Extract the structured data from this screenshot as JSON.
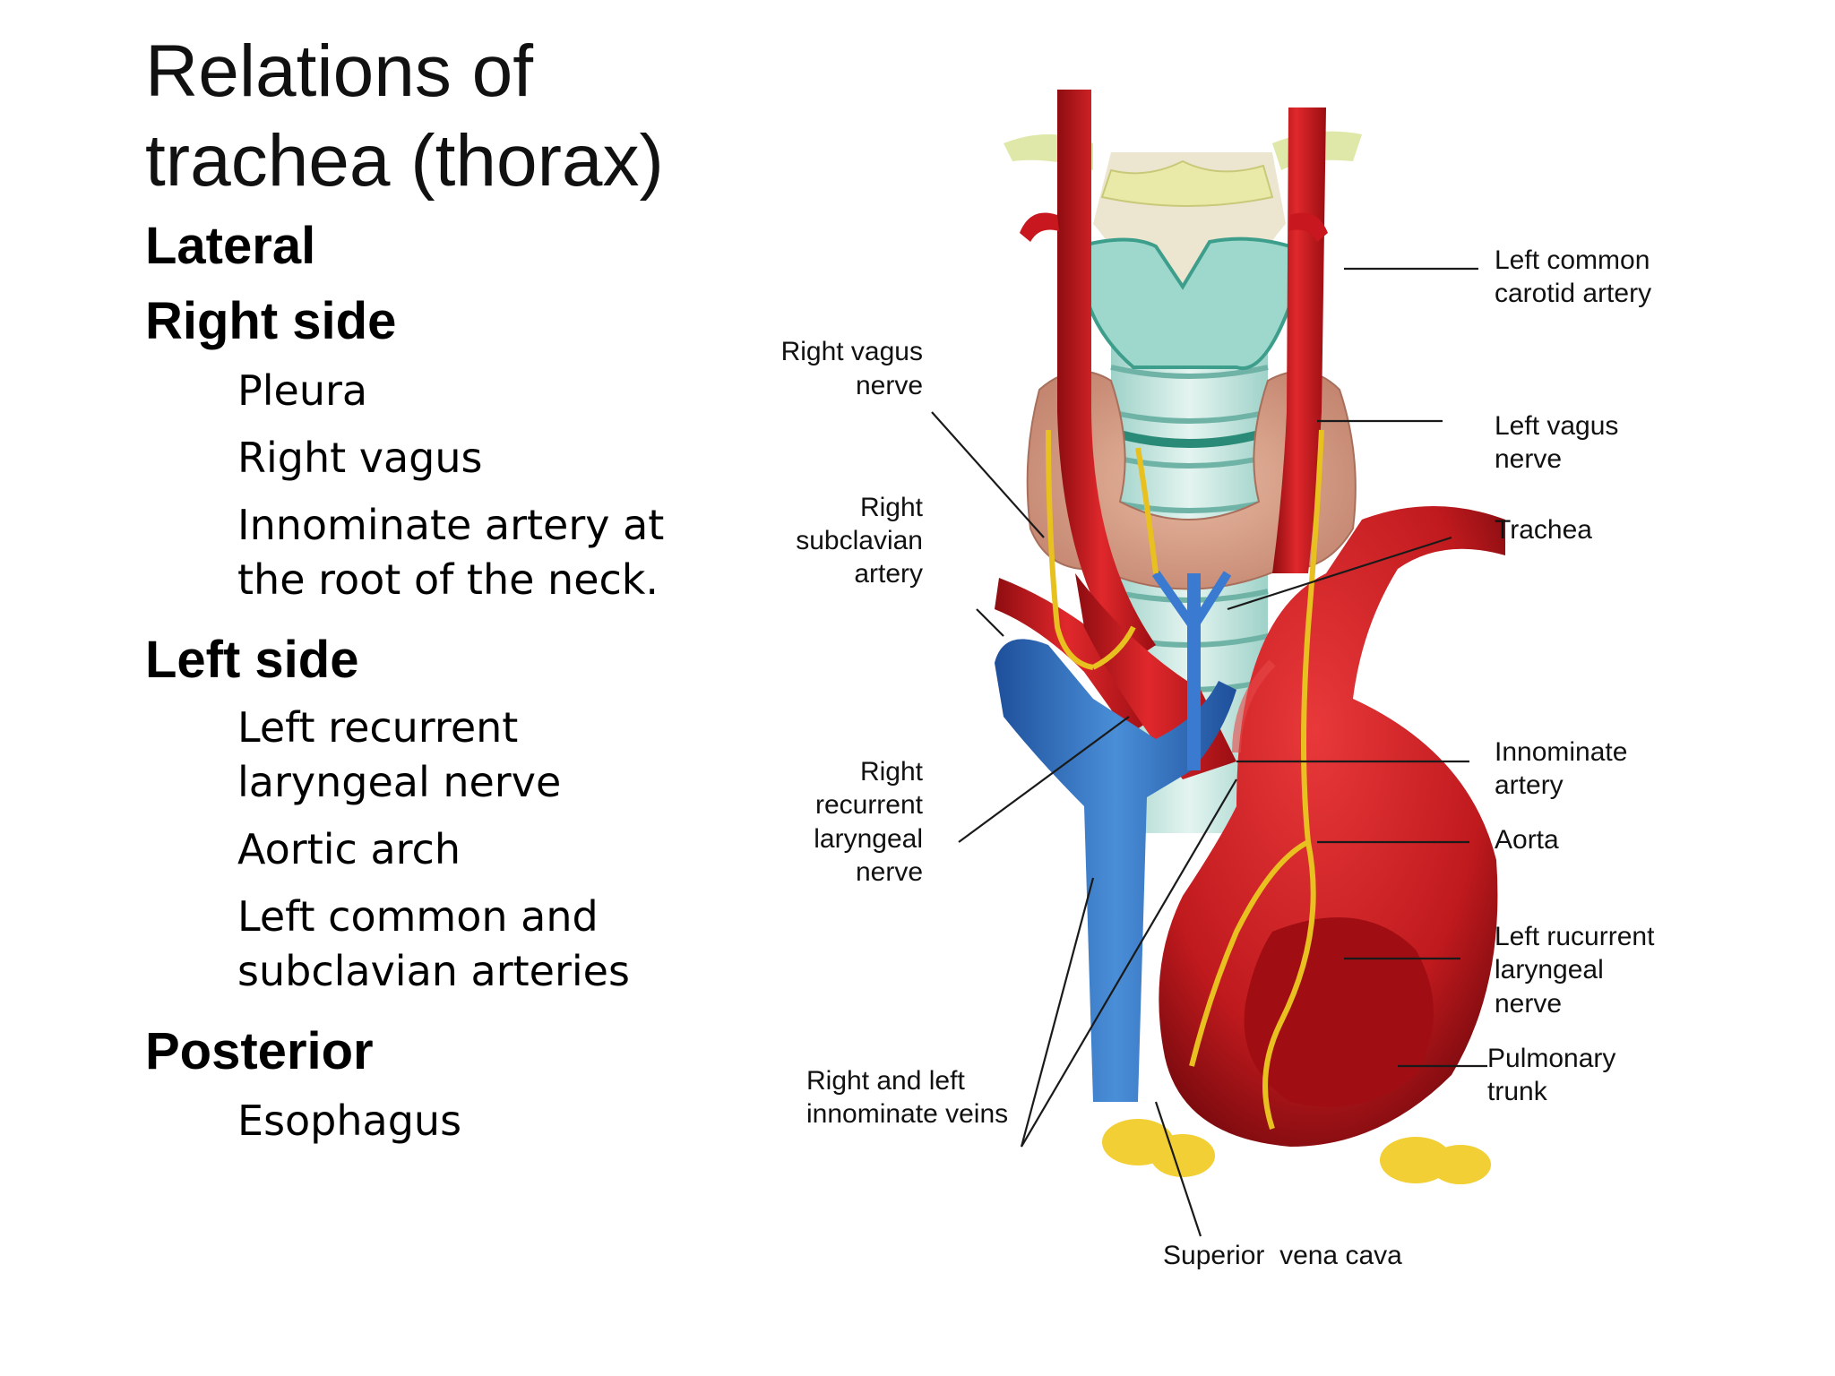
{
  "slide": {
    "title_line1": "Relations of",
    "title_line2": "trachea (thorax)",
    "sections": [
      {
        "heading": "Lateral"
      },
      {
        "heading": "Right side",
        "items": [
          "Pleura",
          "Right vagus",
          "Innominate artery at",
          "the root of the neck."
        ]
      },
      {
        "heading": "Left side",
        "items": [
          "Left recurrent",
          "laryngeal nerve",
          "Aortic arch",
          "Left common and",
          "subclavian arteries"
        ]
      },
      {
        "heading": "Posterior",
        "items": [
          "Esophagus"
        ]
      }
    ]
  },
  "figure": {
    "labels": {
      "left_common_carotid_1": "Left common",
      "left_common_carotid_2": "carotid artery",
      "right_vagus_1": "Right vagus",
      "right_vagus_2": "nerve",
      "left_vagus_1": "Left vagus",
      "left_vagus_2": "nerve",
      "trachea": "Trachea",
      "right_subclavian_1": "Right",
      "right_subclavian_2": "subclavian",
      "right_subclavian_3": "artery",
      "innominate_artery_1": "Innominate",
      "innominate_artery_2": "artery",
      "aorta": "Aorta",
      "right_recurrent_1": "Right",
      "right_recurrent_2": "recurrent",
      "right_recurrent_3": "laryngeal",
      "right_recurrent_4": "nerve",
      "left_rucurrent_1": "Left rucurrent",
      "left_rucurrent_2": "laryngeal",
      "left_rucurrent_3": "nerve",
      "pulmonary_trunk_1": "Pulmonary",
      "pulmonary_trunk_2": "trunk",
      "innominate_veins_1": "Right and left",
      "innominate_veins_2": "innominate veins",
      "svc": "Superior  vena cava"
    },
    "colors": {
      "artery": "#c8171e",
      "vein": "#2f6fc0",
      "nerve": "#e8c020",
      "trachea": "#bfe3dc",
      "thyroid": "#d9a08a",
      "fat": "#f4d030"
    }
  }
}
